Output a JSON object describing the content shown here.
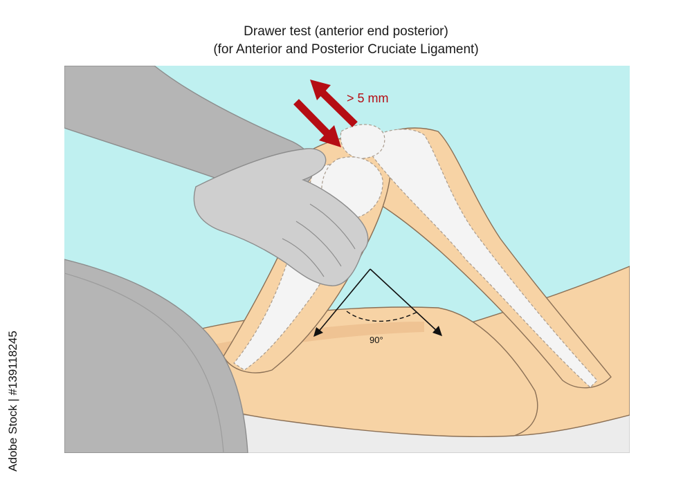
{
  "title_line1": "Drawer test (anterior end posterior)",
  "title_line2": "(for Anterior and Posterior Cruciate Ligament)",
  "displacement_label": "> 5 mm",
  "angle_label": "90°",
  "watermark": "Adobe Stock | #139118245",
  "colors": {
    "background": "#bff0f0",
    "skin": "#f7d3a5",
    "skin_shadow": "#efc393",
    "bone": "#f4f4f4",
    "hand": "#cfcfcf",
    "hand_dark": "#b5b5b5",
    "table": "#ececec",
    "arrow": "#b50d14",
    "outline": "#8a6f55"
  }
}
